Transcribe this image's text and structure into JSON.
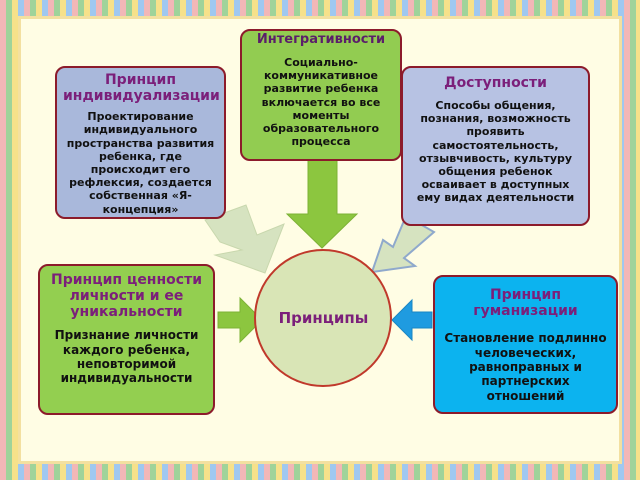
{
  "center": {
    "label": "Принципы"
  },
  "nodes": {
    "individualization": {
      "title": "Принцип индивидуализации",
      "body": "Проектирование индивидуального пространства развития ребенка, где происходит его рефлексия, создается собственная «Я-концепция»"
    },
    "integrativity": {
      "title": "Интегративности",
      "body": "Социально-коммуникативное развитие ребенка включается во все моменты образовательного процесса"
    },
    "accessibility": {
      "title": "Доступности",
      "body": "Способы общения, познания, возможность проявить самостоятельность, отзывчивость, культуру общения ребенок осваивает в доступных ему видах деятельности"
    },
    "personality": {
      "title": "Принцип ценности личности и ее уникальности",
      "body": "Признание личности каждого ребенка, неповторимой индивидуальности"
    },
    "humanization": {
      "title": "Принцип гуманизации",
      "body": "Становление подлинно человеческих, равноправных и партнерских отношений"
    }
  },
  "colors": {
    "center_fill": "#d9e5b6",
    "center_stroke": "#c0392b",
    "individualization_fill": "#a9b8db",
    "integrativity_fill": "#92cc51",
    "accessibility_fill": "#b7c2e3",
    "personality_fill": "#93cf50",
    "humanization_fill": "#0cb3ef",
    "arrow_light": "#d6e3c0",
    "arrow_green": "#8cc63f",
    "arrow_blue": "#1f9be0"
  }
}
